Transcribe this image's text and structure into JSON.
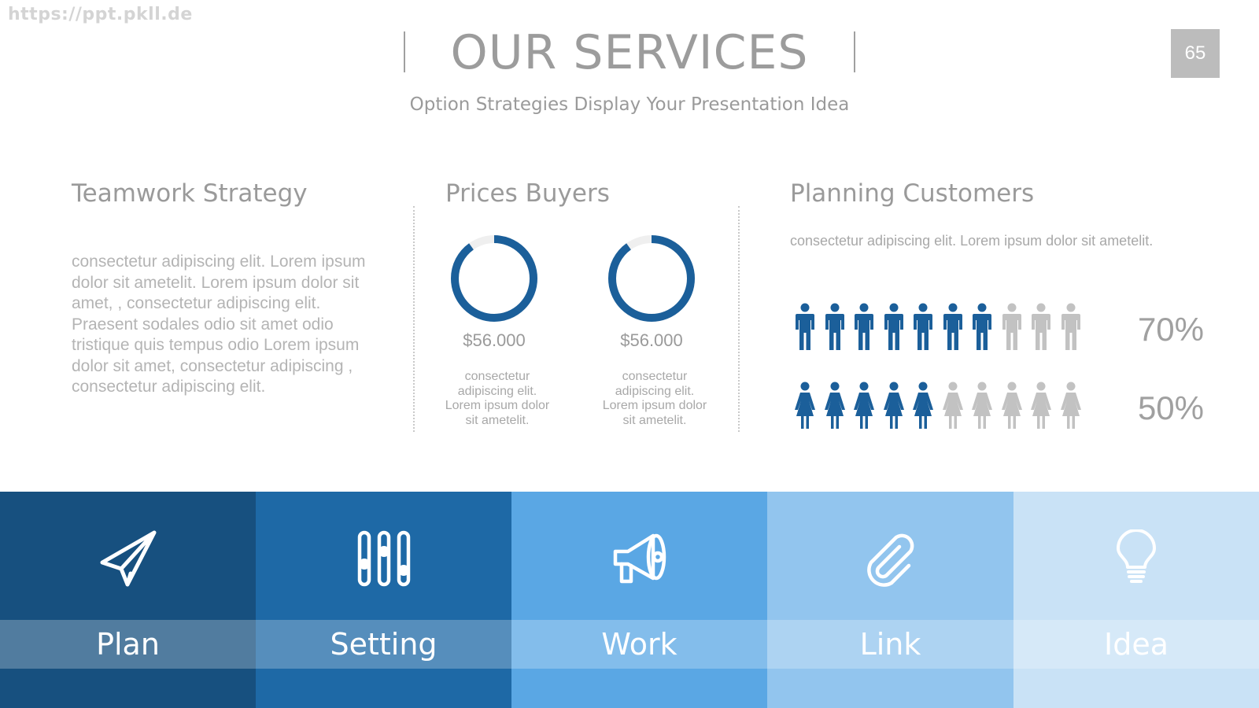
{
  "watermark": "https://ppt.pkll.de",
  "header": {
    "title": "OUR SERVICES",
    "subtitle": "Option Strategies Display Your Presentation Idea",
    "page_number": "65"
  },
  "teamwork": {
    "heading": "Teamwork Strategy",
    "body": "consectetur adipiscing elit. Lorem ipsum dolor sit ametelit. Lorem ipsum dolor sit amet, , consectetur adipiscing elit. Praesent sodales odio sit amet odio tristique quis tempus odio Lorem ipsum dolor sit amet, consectetur adipiscing , consectetur adipiscing elit."
  },
  "prices": {
    "heading": "Prices Buyers",
    "items": [
      {
        "price": "$56.000",
        "text": "consectetur adipiscing elit. Lorem ipsum dolor sit ametelit.",
        "fill": 0.9
      },
      {
        "price": "$56.000",
        "text": "consectetur adipiscing elit. Lorem ipsum dolor sit ametelit.",
        "fill": 0.9
      }
    ]
  },
  "planning": {
    "heading": "Planning Customers",
    "text": "consectetur adipiscing elit. Lorem ipsum dolor sit ametelit.",
    "rows": [
      {
        "percent": "70%",
        "filled": 7,
        "total": 10,
        "figure": "male-person-icon"
      },
      {
        "percent": "50%",
        "filled": 5,
        "total": 10,
        "figure": "female-person-icon"
      }
    ]
  },
  "tiles": [
    {
      "label": "Plan",
      "icon": "paper-plane-icon",
      "color": "#17507f"
    },
    {
      "label": "Setting",
      "icon": "sliders-icon",
      "color": "#1e69a6"
    },
    {
      "label": "Work",
      "icon": "megaphone-icon",
      "color": "#5aa7e4"
    },
    {
      "label": "Link",
      "icon": "paperclip-icon",
      "color": "#92c5ee"
    },
    {
      "label": "Idea",
      "icon": "lightbulb-icon",
      "color": "#c9e2f6"
    }
  ],
  "colors": {
    "accent": "#1b5f9a",
    "inactive": "#c2c2c2",
    "track": "#efefef"
  }
}
